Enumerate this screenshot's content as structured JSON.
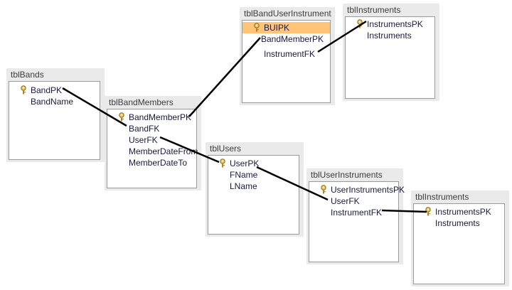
{
  "tables": [
    {
      "title": "tblBands",
      "fields": [
        {
          "name": "BandPK",
          "pk": true
        },
        {
          "name": "BandName",
          "pk": false
        }
      ]
    },
    {
      "title": "tblBandMembers",
      "fields": [
        {
          "name": "BandMemberPK",
          "pk": true
        },
        {
          "name": "BandFK",
          "pk": false
        },
        {
          "name": "UserFK",
          "pk": false
        },
        {
          "name": "MemberDateFrom",
          "pk": false
        },
        {
          "name": "MemberDateTo",
          "pk": false
        }
      ]
    },
    {
      "title": "tblBandUserInstrument",
      "fields": [
        {
          "name": "BUIPK",
          "pk": true,
          "selected": true
        },
        {
          "name": "BandMemberPK",
          "pk": false
        },
        {
          "name": "InstrumentFK",
          "pk": false
        }
      ]
    },
    {
      "title": "tblInstruments",
      "fields": [
        {
          "name": "InstrumentsPK",
          "pk": true
        },
        {
          "name": "Instruments",
          "pk": false
        }
      ]
    },
    {
      "title": "tblUsers",
      "fields": [
        {
          "name": "UserPK",
          "pk": true
        },
        {
          "name": "FName",
          "pk": false
        },
        {
          "name": "LName",
          "pk": false
        }
      ]
    },
    {
      "title": "tblUserInstruments",
      "fields": [
        {
          "name": "UserInstrumentsPK",
          "pk": true
        },
        {
          "name": "UserFK",
          "pk": false
        },
        {
          "name": "InstrumentFK",
          "pk": false
        }
      ]
    },
    {
      "title": "tblInstruments",
      "fields": [
        {
          "name": "InstrumentsPK",
          "pk": true
        },
        {
          "name": "Instruments",
          "pk": false
        }
      ]
    }
  ],
  "relationships": [
    {
      "from": "tblBands.BandPK",
      "to": "tblBandMembers.BandFK"
    },
    {
      "from": "tblBandMembers.BandMemberPK",
      "to": "tblBandUserInstrument.BandMemberPK"
    },
    {
      "from": "tblBandMembers.UserFK",
      "to": "tblUsers.UserPK"
    },
    {
      "from": "tblBandUserInstrument.InstrumentFK",
      "to": "tblInstruments.InstrumentsPK"
    },
    {
      "from": "tblUsers.UserPK",
      "to": "tblUserInstruments.UserFK"
    },
    {
      "from": "tblUserInstruments.InstrumentFK",
      "to": "tblInstruments.InstrumentsPK"
    }
  ],
  "colors": {
    "selected_row": "#ffc477",
    "line": "#000000"
  }
}
